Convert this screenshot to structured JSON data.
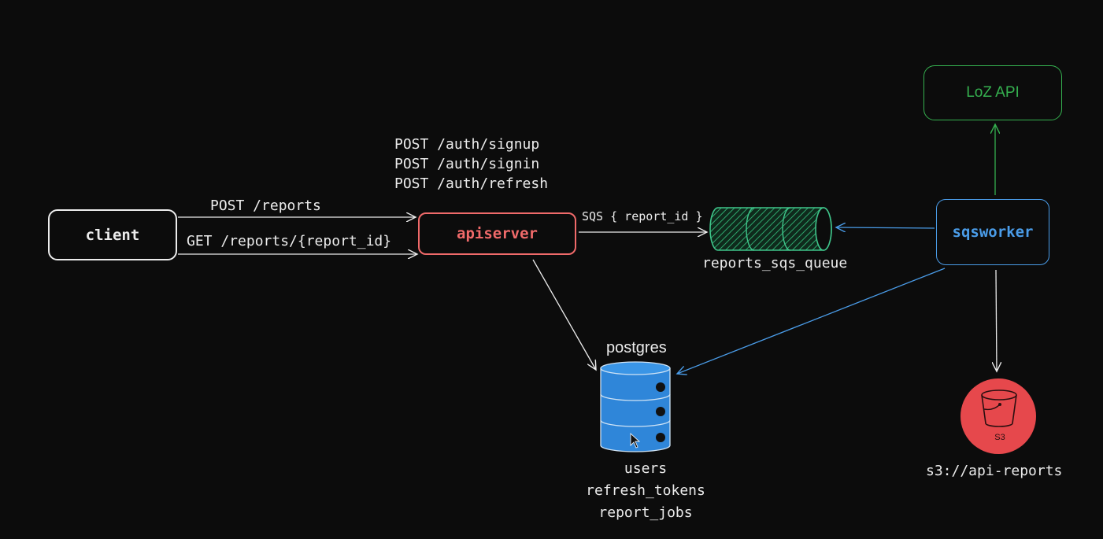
{
  "nodes": {
    "client": "client",
    "apiserver": "apiserver",
    "queue": "reports_sqs_queue",
    "sqsworker": "sqsworker",
    "loz_api": "LoZ API",
    "postgres": "postgres",
    "s3_badge": "S3",
    "s3_bucket": "s3://api-reports"
  },
  "auth_routes": [
    "POST /auth/signup",
    "POST /auth/signin",
    "POST /auth/refresh"
  ],
  "edges": {
    "post_reports": "POST /reports",
    "get_report": "GET /reports/{report_id}",
    "sqs_message": "SQS { report_id }"
  },
  "tables": [
    "users",
    "refresh_tokens",
    "report_jobs"
  ],
  "colors": {
    "background": "#0c0c0c",
    "white": "#ececec",
    "apiserver": "#f06a6a",
    "queue": "#3fc48a",
    "worker": "#4a9ce8",
    "loz": "#35b04f",
    "postgres": "#2f86d9",
    "s3": "#e6484c"
  }
}
